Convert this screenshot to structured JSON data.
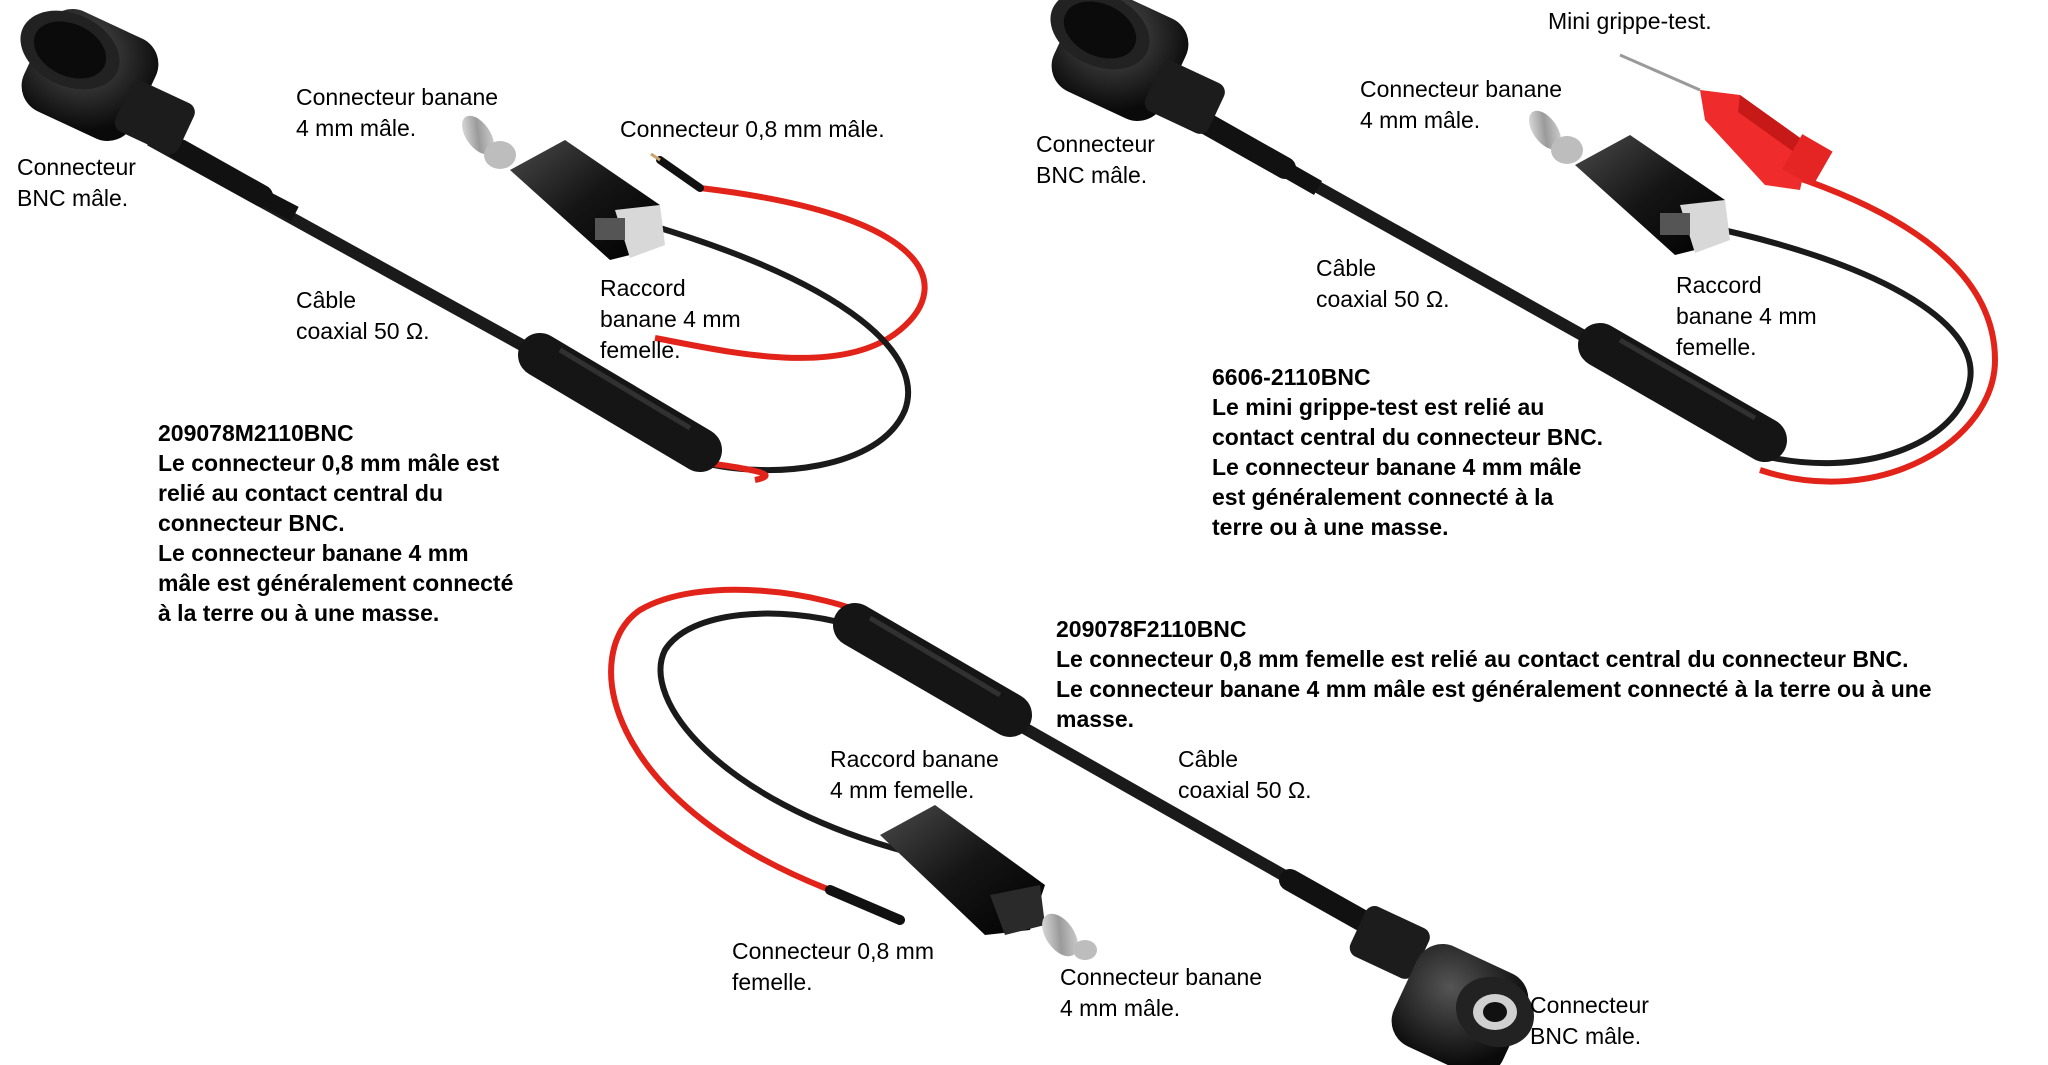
{
  "colors": {
    "cable_black": "#1a1a1a",
    "wire_red": "#e2231a",
    "clip_red": "#ef2b2b",
    "background": "#ffffff"
  },
  "panels": {
    "a": {
      "code": "209078M2110BNC",
      "desc_lines": [
        "Le connecteur 0,8 mm mâle est",
        "relié au contact central du",
        "connecteur BNC.",
        "Le connecteur banane 4 mm",
        "mâle est généralement connecté",
        "à la terre ou à une masse."
      ],
      "bnc_label": "Connecteur\nBNC mâle.",
      "banana_label": "Connecteur banane\n4 mm mâle.",
      "pin_label": "Connecteur 0,8 mm mâle.",
      "cable_label": "Câble\ncoaxial 50 Ω.",
      "raccord_label": "Raccord\nbanane 4 mm\nfemelle."
    },
    "b": {
      "code": "6606-2110BNC",
      "desc_lines": [
        "Le mini grippe-test est relié au",
        "contact central du connecteur BNC.",
        "Le connecteur banane 4 mm mâle",
        "est généralement connecté à la",
        "terre ou à une masse."
      ],
      "bnc_label": "Connecteur\nBNC mâle.",
      "banana_label": "Connecteur banane\n4 mm mâle.",
      "clip_label": "Mini grippe-test.",
      "cable_label": "Câble\ncoaxial 50 Ω.",
      "raccord_label": "Raccord\nbanane 4 mm\nfemelle."
    },
    "c": {
      "code": "209078F2110BNC",
      "desc_lines": [
        "Le connecteur 0,8 mm femelle est relié au contact central du connecteur BNC.",
        "Le connecteur banane 4 mm mâle est généralement connecté à la terre ou à une",
        "masse."
      ],
      "raccord_label": "Raccord banane\n4 mm femelle.",
      "cable_label": "Câble\ncoaxial 50 Ω.",
      "pin_label": "Connecteur 0,8 mm\nfemelle.",
      "banana_label": "Connecteur banane\n4 mm mâle.",
      "bnc_label": "Connecteur\nBNC mâle."
    }
  }
}
